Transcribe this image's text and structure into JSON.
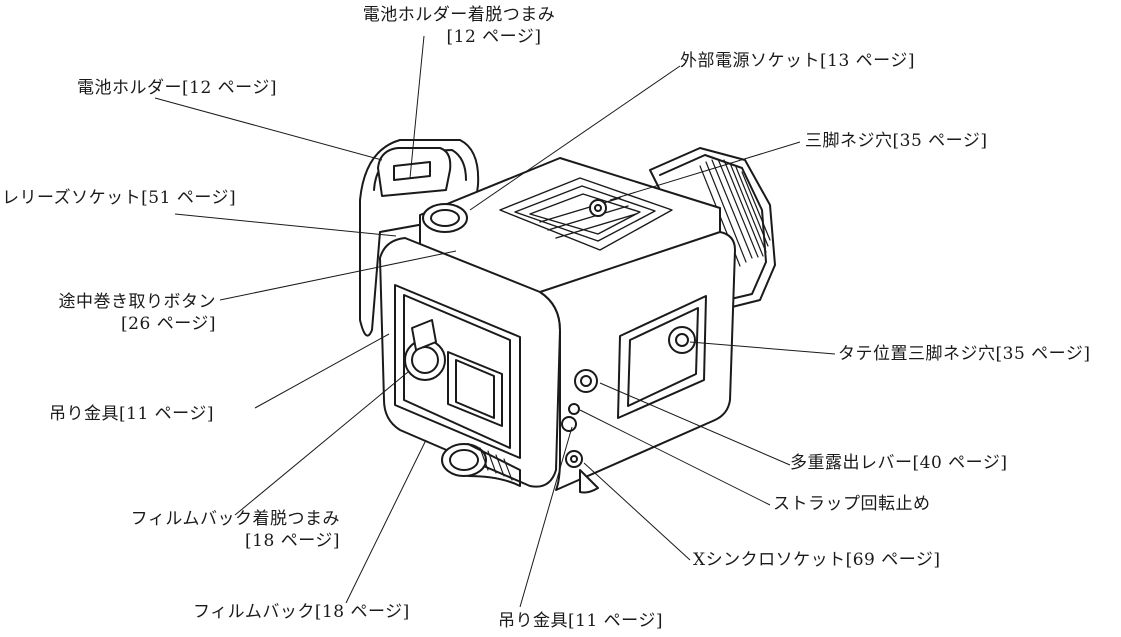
{
  "labels": {
    "battery_holder_release": {
      "line1": "電池ホルダー着脱つまみ",
      "line2": "[12 ページ]"
    },
    "battery_holder": "電池ホルダー[12 ページ]",
    "external_power_socket": "外部電源ソケット[13 ページ]",
    "tripod_socket": "三脚ネジ穴[35 ページ]",
    "release_socket": "レリーズソケット[51 ページ]",
    "midroll_rewind_button": {
      "line1": "途中巻き取りボタン",
      "line2": "[26 ページ]"
    },
    "vertical_tripod_socket": "タテ位置三脚ネジ穴[35 ページ]",
    "strap_lug_left": "吊り金具[11 ページ]",
    "multiple_exposure_lever": "多重露出レバー[40 ページ]",
    "strap_rotation_stop": "ストラップ回転止め",
    "film_back_release": {
      "line1": "フィルムバック着脱つまみ",
      "line2": "[18 ページ]"
    },
    "x_sync_socket": "Xシンクロソケット[69 ページ]",
    "film_back": "フィルムバック[18 ページ]",
    "strap_lug_bottom": "吊り金具[11 ページ]"
  },
  "colors": {
    "ink": "#1a1a1a",
    "paper": "#ffffff",
    "shade": "#d9d9d9"
  }
}
